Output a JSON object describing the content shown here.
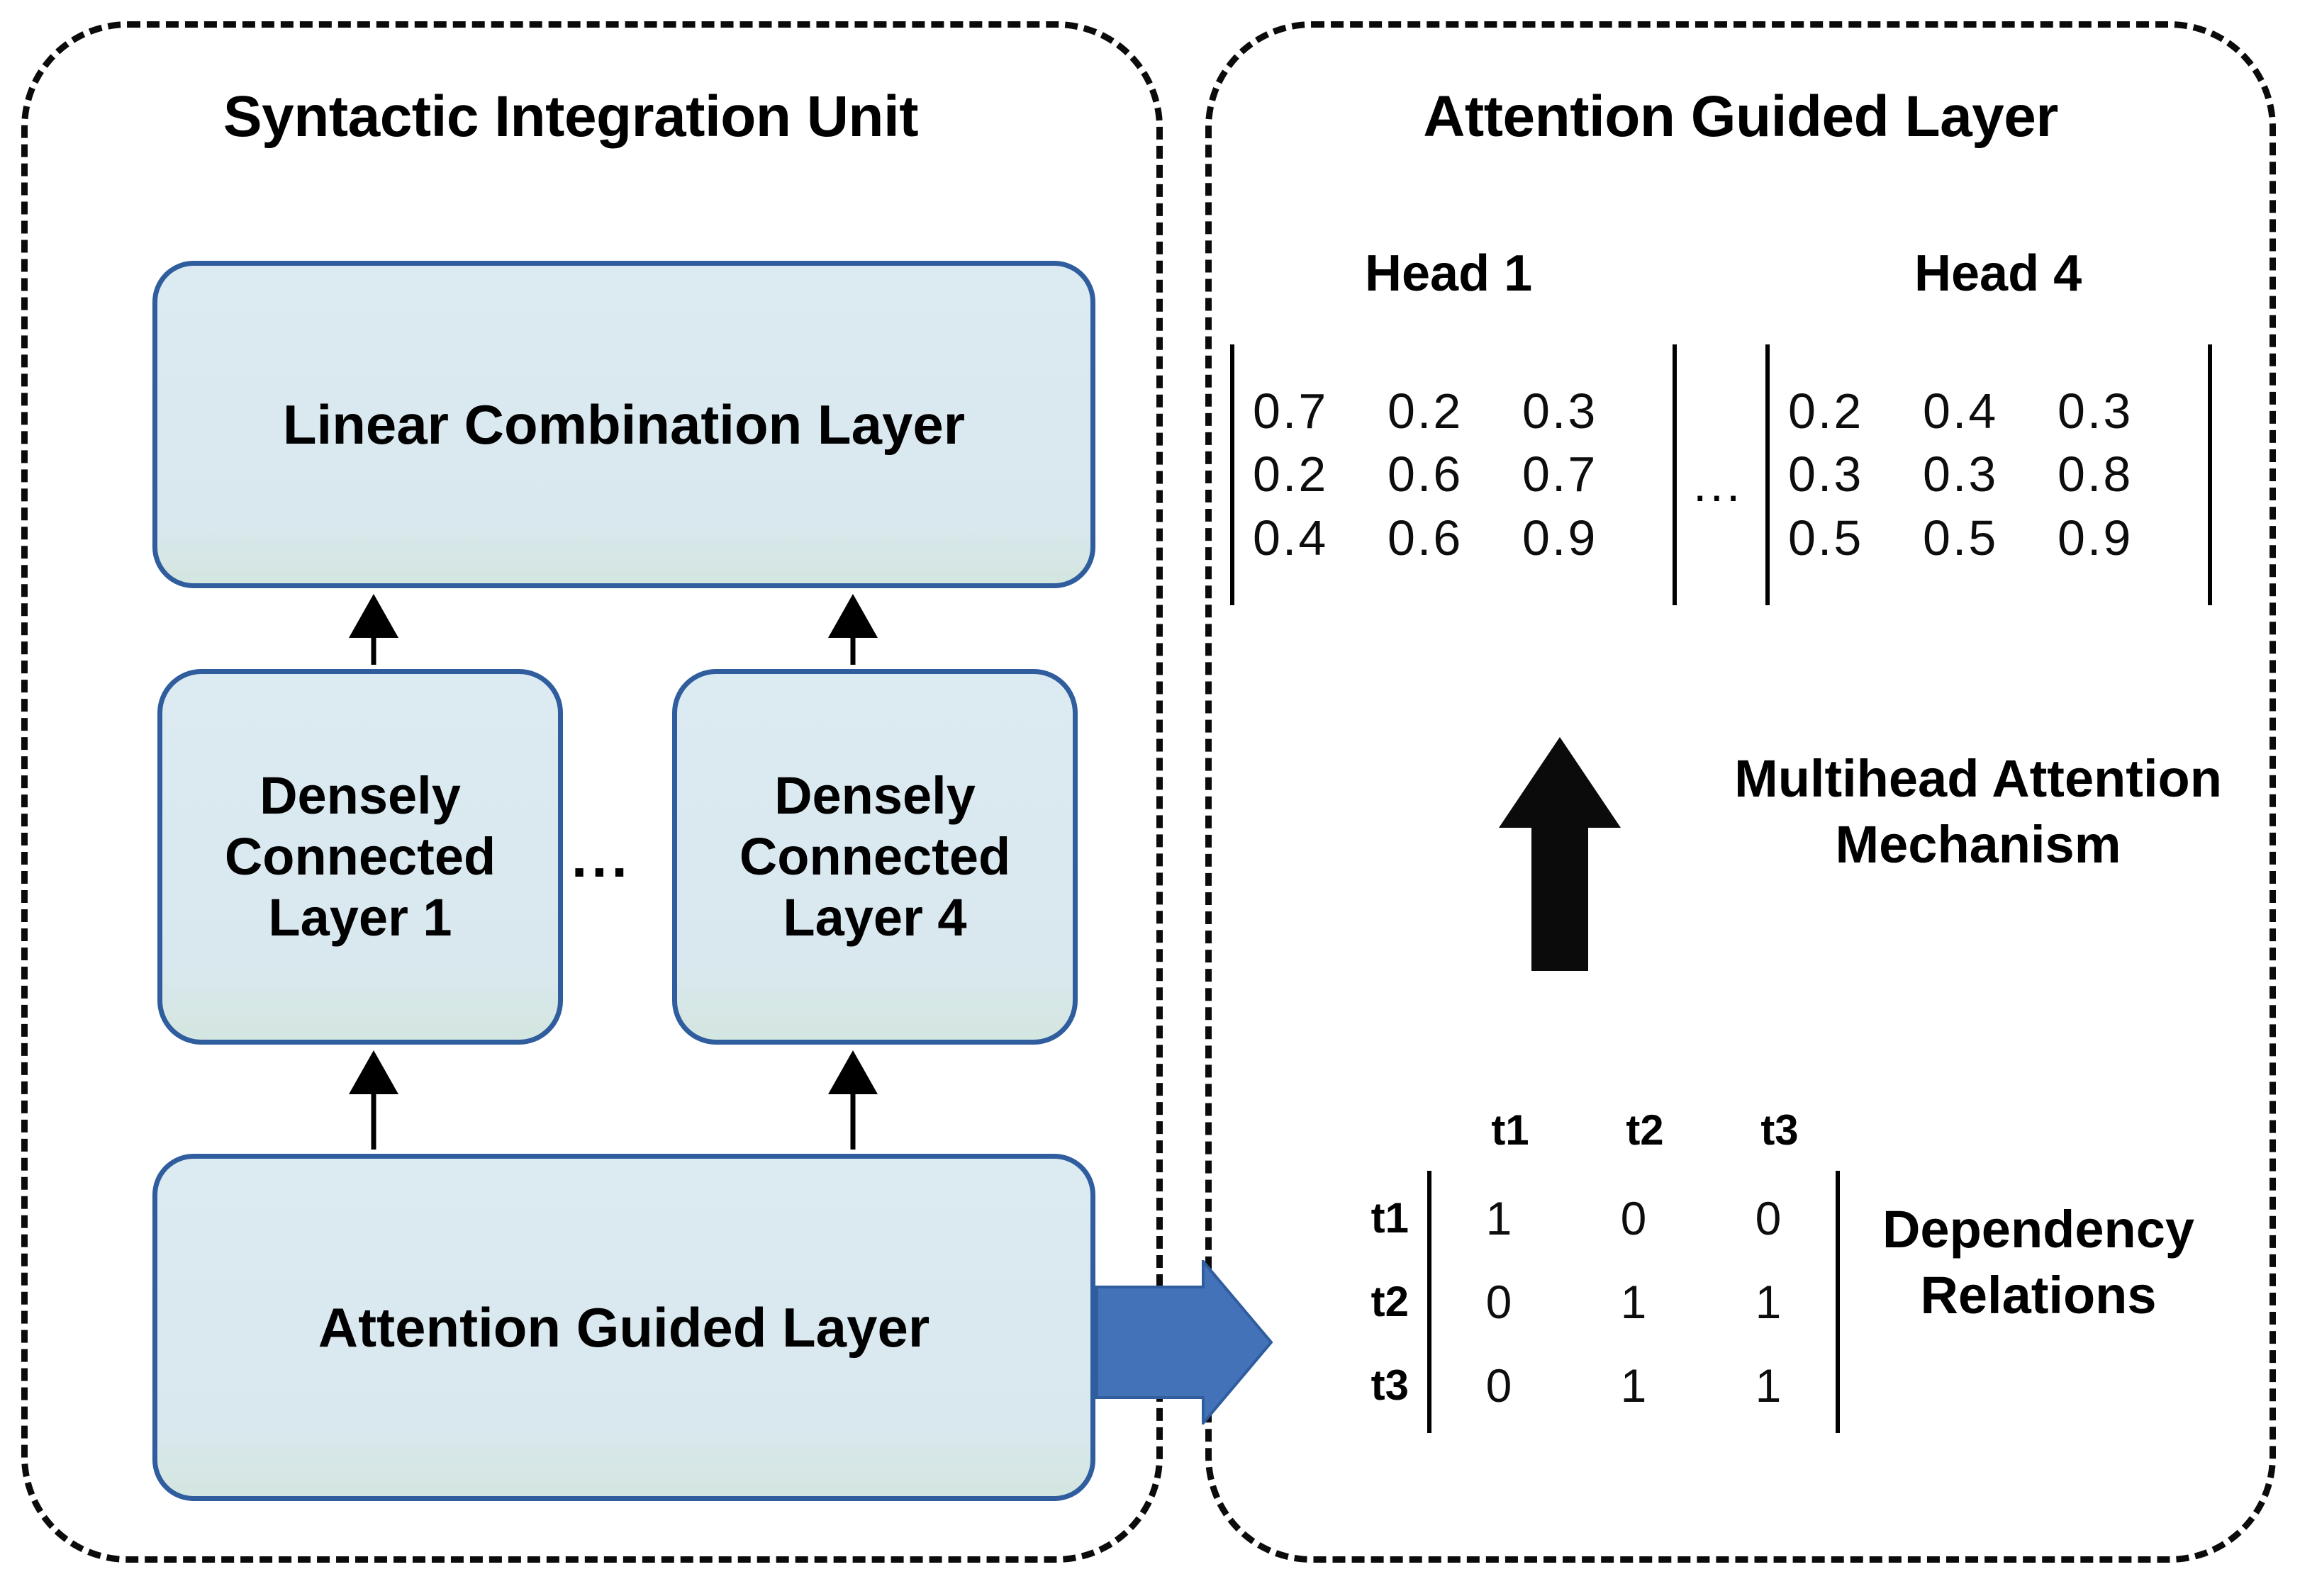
{
  "diagram": {
    "left_panel": {
      "title": "Syntactic Integration Unit",
      "boxes": {
        "linear_combination": "Linear Combination Layer",
        "dense_first": "Densely Connected Layer 1",
        "dense_last": "Densely Connected Layer 4",
        "attention_guided": "Attention Guided Layer"
      },
      "ellipsis": "..."
    },
    "right_panel": {
      "title": "Attention Guided Layer",
      "head_first_label": "Head 1",
      "head_last_label": "Head 4",
      "ellipsis": "...",
      "multihead_label": "Multihead Attention Mechanism",
      "dependency_label": "Dependency Relations"
    }
  },
  "chart_data": {
    "type": "heatmap",
    "title": "Attention Guided Layer",
    "matrices": [
      {
        "name": "Head 1",
        "rows": [
          [
            "0.7",
            "0.2",
            "0.3"
          ],
          [
            "0.2",
            "0.6",
            "0.7"
          ],
          [
            "0.4",
            "0.6",
            "0.9"
          ]
        ]
      },
      {
        "name": "Head 4",
        "rows": [
          [
            "0.2",
            "0.4",
            "0.3"
          ],
          [
            "0.3",
            "0.3",
            "0.8"
          ],
          [
            "0.5",
            "0.5",
            "0.9"
          ]
        ]
      }
    ],
    "dependency_matrix": {
      "name": "Dependency Relations",
      "col_headers": [
        "t1",
        "t2",
        "t3"
      ],
      "row_headers": [
        "t1",
        "t2",
        "t3"
      ],
      "rows": [
        [
          "1",
          "0",
          "0"
        ],
        [
          "0",
          "1",
          "1"
        ],
        [
          "0",
          "1",
          "1"
        ]
      ]
    }
  },
  "colors": {
    "box_fill": "#dceaf1",
    "box_border": "#2f5d9e",
    "blue_arrow": "#4472b8",
    "blue_arrow_border": "#2f5d9e",
    "panel_border": "#0b0b0b",
    "text": "#000000"
  }
}
